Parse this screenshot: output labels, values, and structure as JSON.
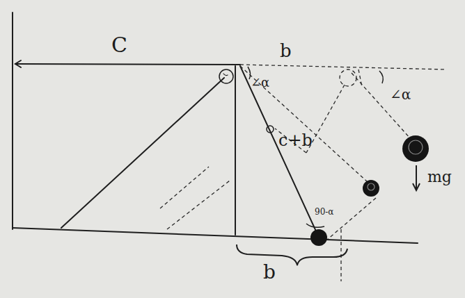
{
  "diagram": {
    "labels": [
      "C",
      "b",
      "∠α",
      "c+b",
      "∠α",
      "mg",
      "90-α",
      "b"
    ]
  }
}
